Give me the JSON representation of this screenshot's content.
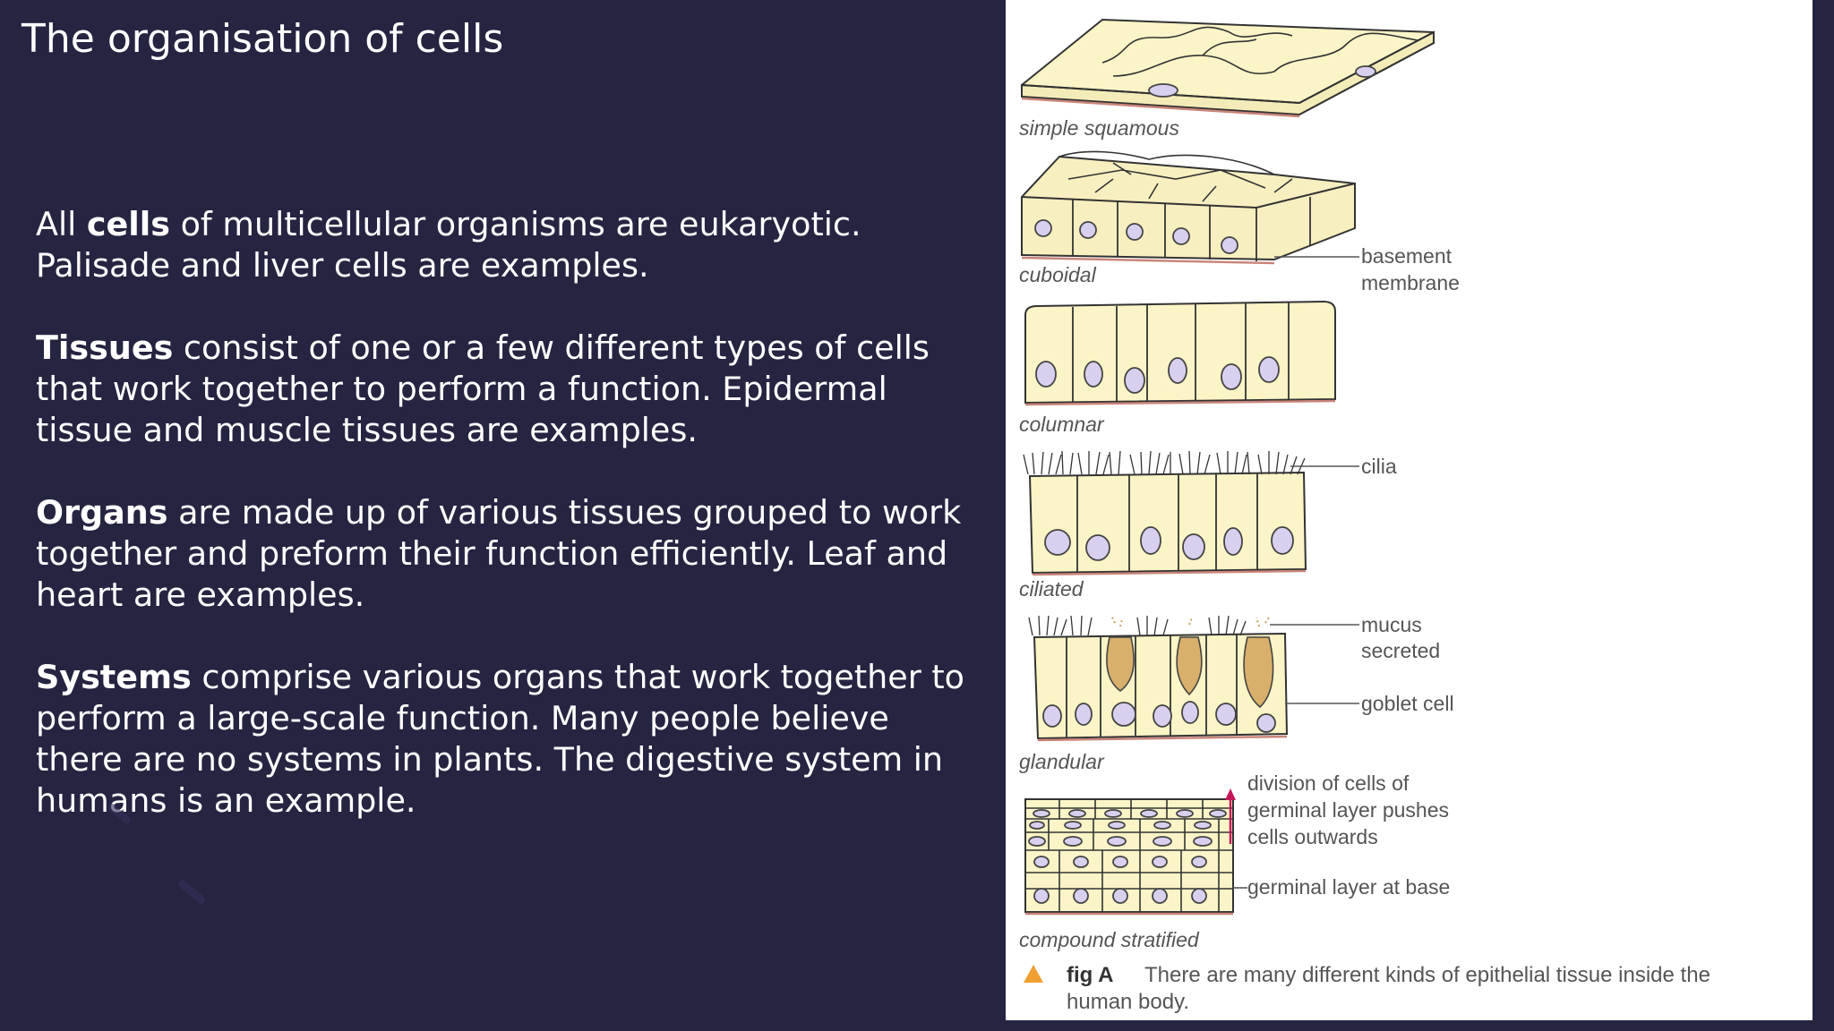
{
  "slide": {
    "title": "The organisation of cells",
    "paragraphs": [
      {
        "bold": "",
        "pre": "All ",
        "term": "cells",
        "text": " of multicellular organisms are eukaryotic. Palisade and liver cells are examples."
      },
      {
        "term": "Tissues",
        "text": " consist of one or a few different types of cells that work together to perform a function. Epidermal tissue and muscle tissues are examples."
      },
      {
        "term": "Organs",
        "text": " are made up of various tissues grouped to work together and preform their function efficiently. Leaf and heart are examples."
      },
      {
        "term": "Systems",
        "text": " comprise various organs that work together to perform a large-scale function. Many people believe there are no systems in plants. The digestive system in humans is an example."
      }
    ]
  },
  "figure": {
    "labels": {
      "simple_squamous": "simple squamous",
      "cuboidal": "cuboidal",
      "columnar": "columnar",
      "ciliated": "ciliated",
      "glandular": "glandular",
      "compound_stratified": "compound stratified"
    },
    "annotations": {
      "basement_1": "basement",
      "basement_2": "membrane",
      "cilia": "cilia",
      "mucus_1": "mucus",
      "mucus_2": "secreted",
      "goblet": "goblet cell",
      "division_1": "division of cells of",
      "division_2": "germinal layer pushes",
      "division_3": "cells outwards",
      "germinal": "germinal layer at base"
    },
    "caption": {
      "fig": "fig A",
      "line1": "There are many different kinds of epithelial tissue inside the",
      "line2": "human body."
    },
    "colors": {
      "cell": "#fbf4c6",
      "nucleus": "#d9cfee",
      "goblet": "#d8b06b",
      "arrow": "#c2185b",
      "triangle": "#f0a030"
    }
  }
}
